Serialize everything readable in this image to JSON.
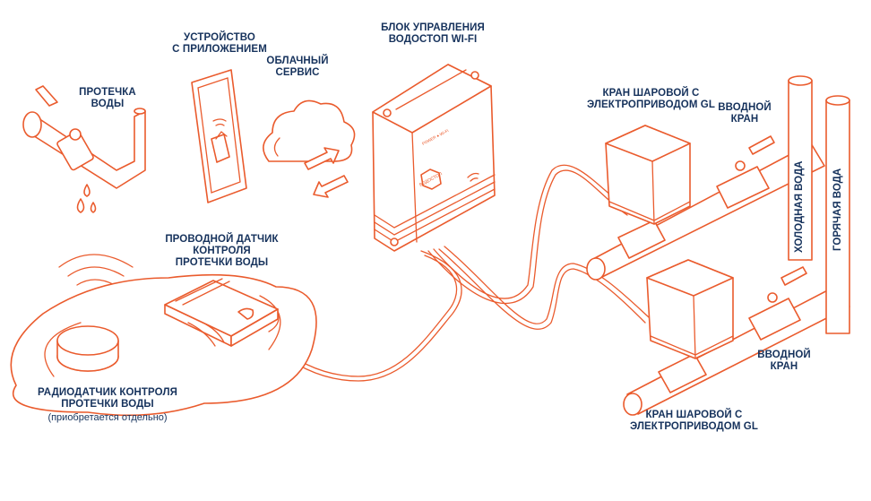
{
  "labels": {
    "leak": [
      "ПРОТЕЧКА",
      "ВОДЫ"
    ],
    "device_app": [
      "УСТРОЙСТВО",
      "С ПРИЛОЖЕНИЕМ"
    ],
    "cloud": [
      "ОБЛАЧНЫЙ",
      "СЕРВИС"
    ],
    "control_unit": [
      "БЛОК УПРАВЛЕНИЯ",
      "ВОДОСТОП WI-FI"
    ],
    "valve_top": [
      "КРАН ШАРОВОЙ С",
      "ЭЛЕКТРОПРИВОДОМ GL"
    ],
    "inlet_top": [
      "ВВОДНОЙ",
      "КРАН"
    ],
    "wired_sensor": [
      "ПРОВОДНОЙ ДАТЧИК КОНТРОЛЯ",
      "ПРОТЕЧКИ ВОДЫ"
    ],
    "radio_sensor": [
      "РАДИОДАТЧИК КОНТРОЛЯ",
      "ПРОТЕЧКИ ВОДЫ"
    ],
    "radio_note": "(приобретается отдельно)",
    "inlet_bottom": [
      "ВВОДНОЙ",
      "КРАН"
    ],
    "valve_bottom": [
      "КРАН ШАРОВОЙ С",
      "ЭЛЕКТРОПРИВОДОМ GL"
    ],
    "cold_water": "ХОЛОДНАЯ ВОДА",
    "hot_water": "ГОРЯЧАЯ ВОДА"
  },
  "device_text": {
    "brand": "ВОДОСТОП",
    "indicators": "POWER ● Wi-Fi"
  },
  "colors": {
    "line": "#ea5b2d",
    "text": "#16325c",
    "background": "#ffffff"
  }
}
